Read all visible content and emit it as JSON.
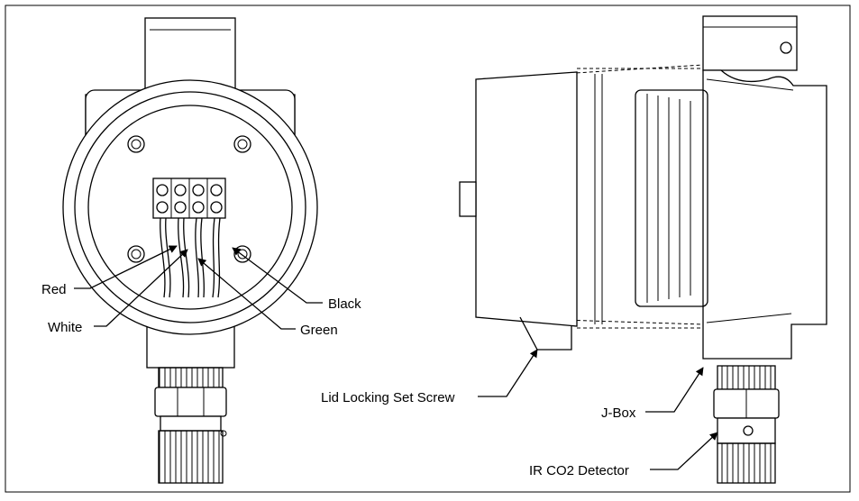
{
  "labels": {
    "red": "Red",
    "white": "White",
    "black": "Black",
    "green": "Green",
    "lid_screw": "Lid Locking Set Screw",
    "jbox": "J-Box",
    "detector": "IR CO2 Detector"
  }
}
